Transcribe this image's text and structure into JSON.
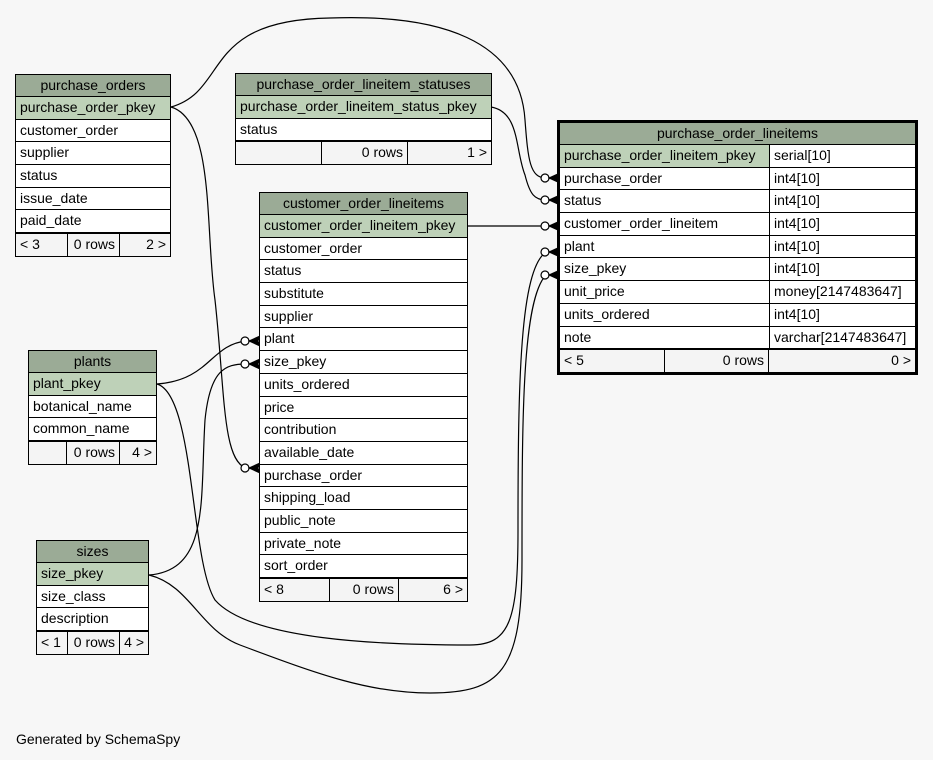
{
  "caption": "Generated by SchemaSpy",
  "tables": {
    "purchase_orders": {
      "title": "purchase_orders",
      "columns": [
        "purchase_order_pkey",
        "customer_order",
        "supplier",
        "status",
        "issue_date",
        "paid_date"
      ],
      "footer": [
        "< 3",
        "0 rows",
        "2 >"
      ]
    },
    "purchase_order_lineitem_statuses": {
      "title": "purchase_order_lineitem_statuses",
      "columns": [
        "purchase_order_lineitem_status_pkey",
        "status"
      ],
      "footer": [
        "",
        "0 rows",
        "1 >"
      ]
    },
    "customer_order_lineitems": {
      "title": "customer_order_lineitems",
      "columns": [
        "customer_order_lineitem_pkey",
        "customer_order",
        "status",
        "substitute",
        "supplier",
        "plant",
        "size_pkey",
        "units_ordered",
        "price",
        "contribution",
        "available_date",
        "purchase_order",
        "shipping_load",
        "public_note",
        "private_note",
        "sort_order"
      ],
      "footer": [
        "< 8",
        "0 rows",
        "6 >"
      ]
    },
    "plants": {
      "title": "plants",
      "columns": [
        "plant_pkey",
        "botanical_name",
        "common_name"
      ],
      "footer": [
        "",
        "0 rows",
        "4 >"
      ]
    },
    "sizes": {
      "title": "sizes",
      "columns": [
        "size_pkey",
        "size_class",
        "description"
      ],
      "footer": [
        "< 1",
        "0 rows",
        "4 >"
      ]
    },
    "purchase_order_lineitems": {
      "title": "purchase_order_lineitems",
      "columns": [
        {
          "name": "purchase_order_lineitem_pkey",
          "type": "serial[10]"
        },
        {
          "name": "purchase_order",
          "type": "int4[10]"
        },
        {
          "name": "status",
          "type": "int4[10]"
        },
        {
          "name": "customer_order_lineitem",
          "type": "int4[10]"
        },
        {
          "name": "plant",
          "type": "int4[10]"
        },
        {
          "name": "size_pkey",
          "type": "int4[10]"
        },
        {
          "name": "unit_price",
          "type": "money[2147483647]"
        },
        {
          "name": "units_ordered",
          "type": "int4[10]"
        },
        {
          "name": "note",
          "type": "varchar[2147483647]"
        }
      ],
      "footer": [
        "< 5",
        "0 rows",
        "0 >"
      ]
    }
  },
  "colors": {
    "background": "#f7f7f7",
    "header": "#9bab96",
    "primary_key": "#bed1b8"
  }
}
